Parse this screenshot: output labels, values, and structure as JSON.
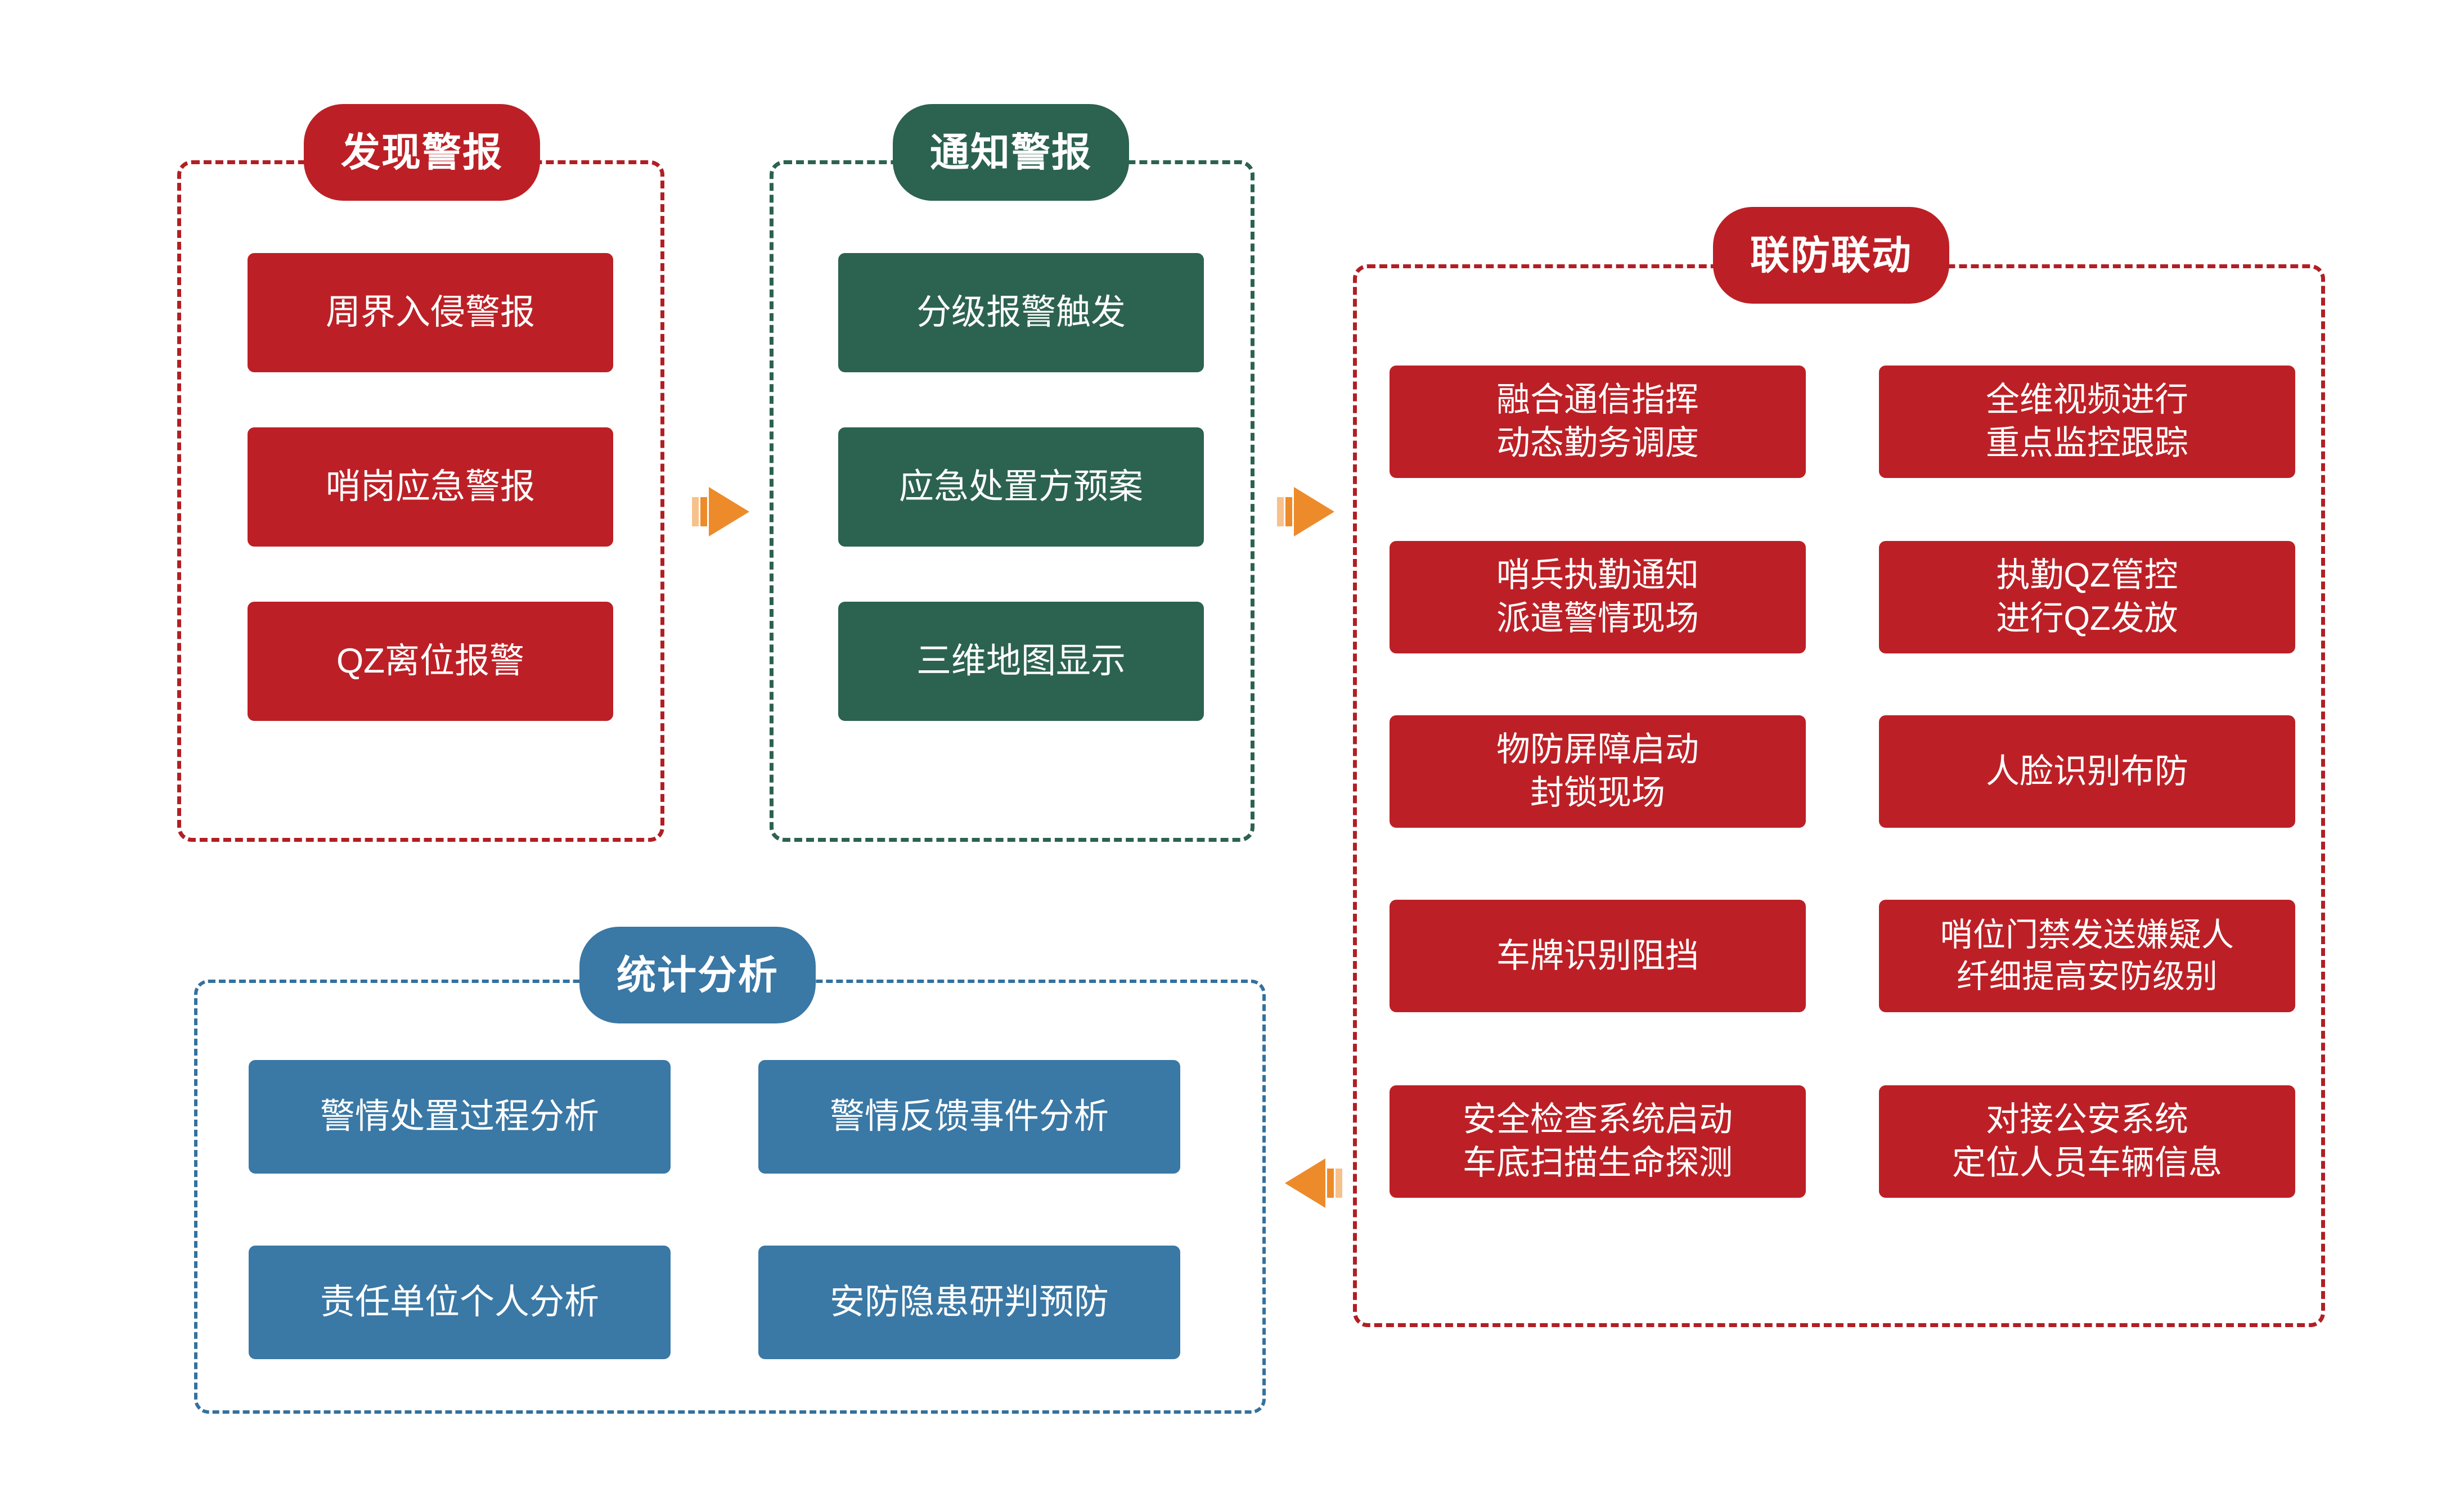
{
  "diagram": {
    "title_visible": false,
    "colors": {
      "red": "#BC2026",
      "red_border": "#B11F24",
      "green": "#2C6250",
      "blue": "#3A78A5",
      "blue_border": "#33719F",
      "arrow_orange": "#ED8B2B",
      "arrow_orange_light": "#F7C18B",
      "background": "#FFFFFF"
    }
  },
  "groups": {
    "discover": {
      "pill_label": "发现警报",
      "items": [
        {
          "label": "周界入侵警报"
        },
        {
          "label": "哨岗应急警报"
        },
        {
          "label": "QZ离位报警"
        }
      ]
    },
    "notify": {
      "pill_label": "通知警报",
      "items": [
        {
          "label": "分级报警触发"
        },
        {
          "label": "应急处置方预案"
        },
        {
          "label": "三维地图显示"
        }
      ]
    },
    "joint_defense": {
      "pill_label": "联防联动",
      "items_left": [
        {
          "line1": "融合通信指挥",
          "line2": "动态勤务调度"
        },
        {
          "line1": "哨兵执勤通知",
          "line2": "派遣警情现场"
        },
        {
          "line1": "物防屏障启动",
          "line2": "封锁现场"
        },
        {
          "line1": "车牌识别阻挡",
          "line2": ""
        },
        {
          "line1": "安全检查系统启动",
          "line2": "车底扫描生命探测"
        }
      ],
      "items_right": [
        {
          "line1": "全维视频进行",
          "line2": "重点监控跟踪"
        },
        {
          "line1": "执勤QZ管控",
          "line2": "进行QZ发放"
        },
        {
          "line1": "人脸识别布防",
          "line2": ""
        },
        {
          "line1": "哨位门禁发送嫌疑人",
          "line2": "纤细提高安防级别"
        },
        {
          "line1": "对接公安系统",
          "line2": "定位人员车辆信息"
        }
      ]
    },
    "statistics": {
      "pill_label": "统计分析",
      "items": [
        {
          "label": "警情处置过程分析"
        },
        {
          "label": "警情反馈事件分析"
        },
        {
          "label": "责任单位个人分析"
        },
        {
          "label": "安防隐患研判预防"
        }
      ]
    }
  },
  "arrows": [
    {
      "name": "discover-to-notify",
      "direction": "right"
    },
    {
      "name": "notify-to-joint-defense",
      "direction": "right"
    },
    {
      "name": "joint-defense-to-statistics",
      "direction": "left"
    }
  ]
}
